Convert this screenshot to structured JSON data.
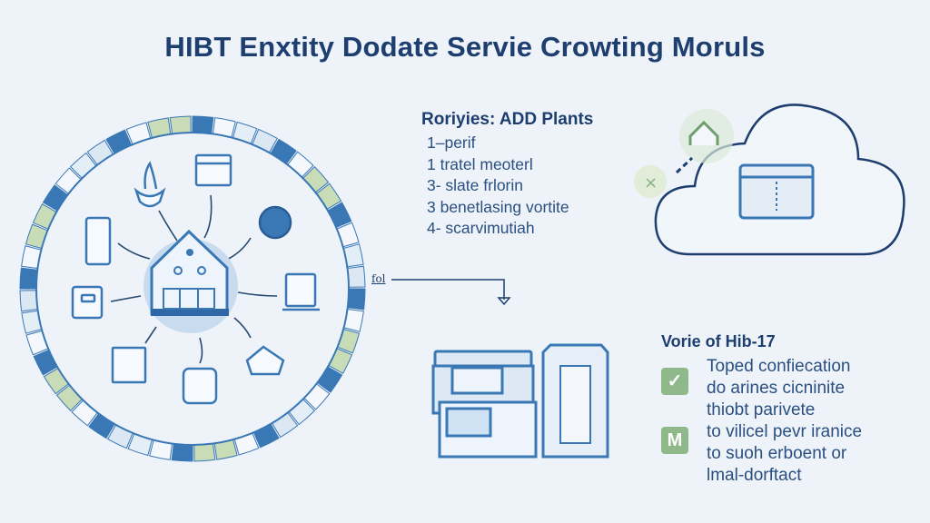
{
  "title": "HIBT Enxtity Dodate Servie Crowting Moruls",
  "priorities": {
    "heading": "Roriyies: ADD Plants",
    "items": [
      "1–perif",
      "1  tratel meoterl",
      "3- slate frlorin",
      "3  benetlasing vortite",
      "4- scarvimutiah"
    ]
  },
  "arrow_label": "fol",
  "verification": {
    "heading": "Vorie of Hib-17",
    "lines": [
      "Toped confiecation",
      "do arines cicninite",
      "thiobt parivete",
      "to vilicel pevr iranice",
      "to suoh erboent or",
      "lmal-dorftact"
    ],
    "check_icons": [
      "✓",
      "M"
    ]
  },
  "colors": {
    "primary": "#3a78b5",
    "navy": "#1d3e6e",
    "green": "#8fb98a",
    "background": "#eef3f9"
  }
}
